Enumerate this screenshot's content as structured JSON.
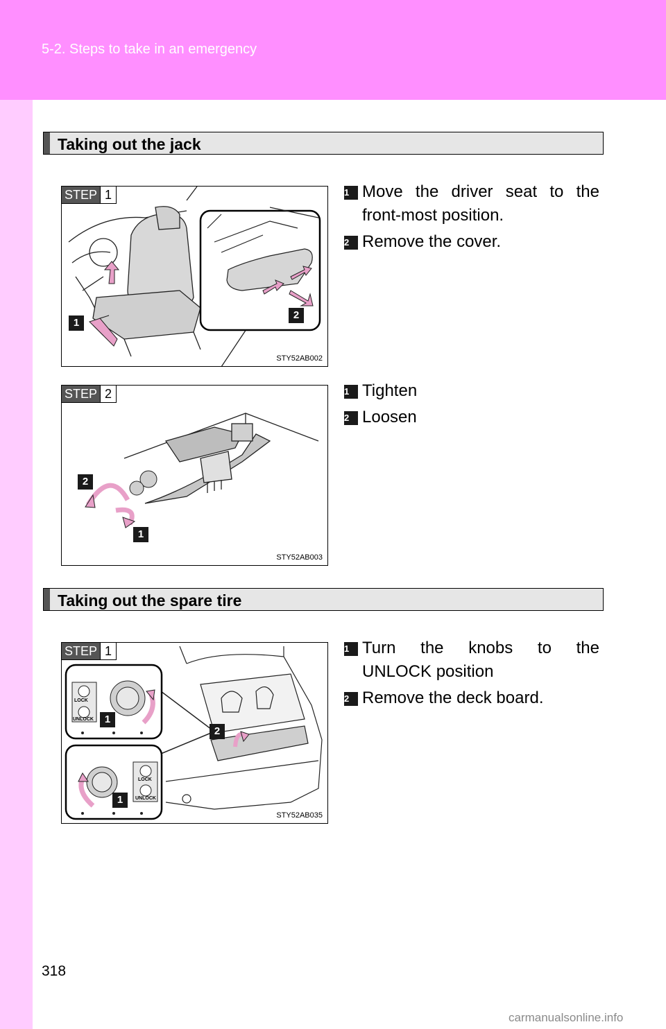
{
  "header": {
    "section": "5-2. Steps to take in an emergency"
  },
  "page_number": "318",
  "watermark": "carmanualsonline.info",
  "sections": [
    {
      "title": "Taking out the jack",
      "steps": [
        {
          "step_word": "STEP",
          "step_number": "1",
          "figure_code": "STY52AB002",
          "callouts": [
            "1",
            "2"
          ],
          "instructions": [
            {
              "num": "1",
              "line1": "Move the driver seat to the",
              "line2": "front-most position."
            },
            {
              "num": "2",
              "text": "Remove the cover."
            }
          ]
        },
        {
          "step_word": "STEP",
          "step_number": "2",
          "figure_code": "STY52AB003",
          "callouts": [
            "2",
            "1"
          ],
          "instructions": [
            {
              "num": "1",
              "text": "Tighten"
            },
            {
              "num": "2",
              "text": "Loosen"
            }
          ]
        }
      ]
    },
    {
      "title": "Taking out the spare tire",
      "steps": [
        {
          "step_word": "STEP",
          "step_number": "1",
          "figure_code": "STY52AB035",
          "callouts": [
            "1",
            "2",
            "1"
          ],
          "labels": {
            "lock": "LOCK",
            "unlock": "UNLOCK"
          },
          "instructions": [
            {
              "num": "1",
              "line1": "Turn the knobs to the",
              "line2": "UNLOCK position"
            },
            {
              "num": "2",
              "text": "Remove the deck board."
            }
          ]
        }
      ]
    }
  ]
}
